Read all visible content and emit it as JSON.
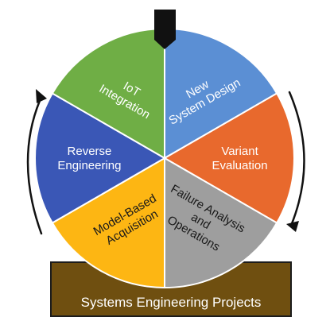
{
  "wheel": {
    "segments": [
      {
        "id": "new-system-design",
        "lines": [
          "New",
          "System Design"
        ],
        "color": "#5B8FD4"
      },
      {
        "id": "variant-evaluation",
        "lines": [
          "Variant",
          "Evaluation"
        ],
        "color": "#E8692D"
      },
      {
        "id": "failure-analysis",
        "lines": [
          "Failure Analysis",
          "and",
          "Operations"
        ],
        "color": "#9E9E9E"
      },
      {
        "id": "model-based-acquisition",
        "lines": [
          "Model-Based",
          "Acquisition"
        ],
        "color": "#FDB613"
      },
      {
        "id": "reverse-engineering",
        "lines": [
          "Reverse",
          "Engineering"
        ],
        "color": "#3A57B6"
      },
      {
        "id": "iot-integration",
        "lines": [
          "IoT",
          "Integration"
        ],
        "color": "#6FAE45"
      }
    ]
  },
  "base": {
    "label": "Systems Engineering  Projects",
    "color": "#6F4F10"
  },
  "colors": {
    "pointer": "#111111",
    "arrow": "#111111",
    "text_dark": "#1a1a1a",
    "text_light": "#ffffff"
  }
}
